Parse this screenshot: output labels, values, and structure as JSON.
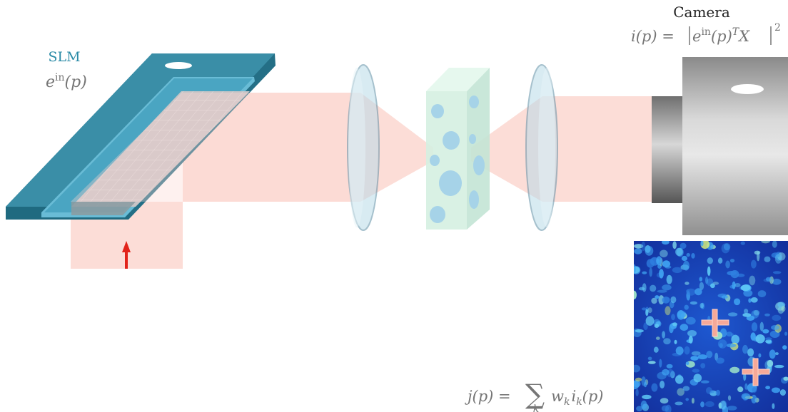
{
  "labels": {
    "slm_title": "SLM",
    "camera_title": "Camera"
  },
  "formulas": {
    "slm_input": {
      "base": "e",
      "sup": "in",
      "tail": "(p)"
    },
    "camera_intensity": {
      "lhs": "i(p) = ",
      "e": "e",
      "e_sup": "in",
      "arg": "(p)",
      "T": "T",
      "X": "X",
      "power": "2"
    },
    "weighted_sum": {
      "lhs": "j(p) = ",
      "sum": "∑",
      "sum_index": "k",
      "w": "w",
      "w_sub": "k",
      "i": "i",
      "i_sub": "k",
      "tail": "(p)"
    }
  },
  "colors": {
    "slm_frame": "#2e7f96",
    "slm_frame_light": "#3d97b0",
    "slm_inner": "#5bb4d0",
    "slm_label": "#2a8aa6",
    "beam": "#fcd7d0",
    "lens": "#b9dbe9",
    "lens_edge": "#5f8fa6",
    "sample": "#d5f0e1",
    "scatterer": "#a6d3e8",
    "camera_body": "#c9c9c9",
    "arrow": "#e2231a",
    "formula_gray": "#757575",
    "cross": "#f5a999"
  }
}
